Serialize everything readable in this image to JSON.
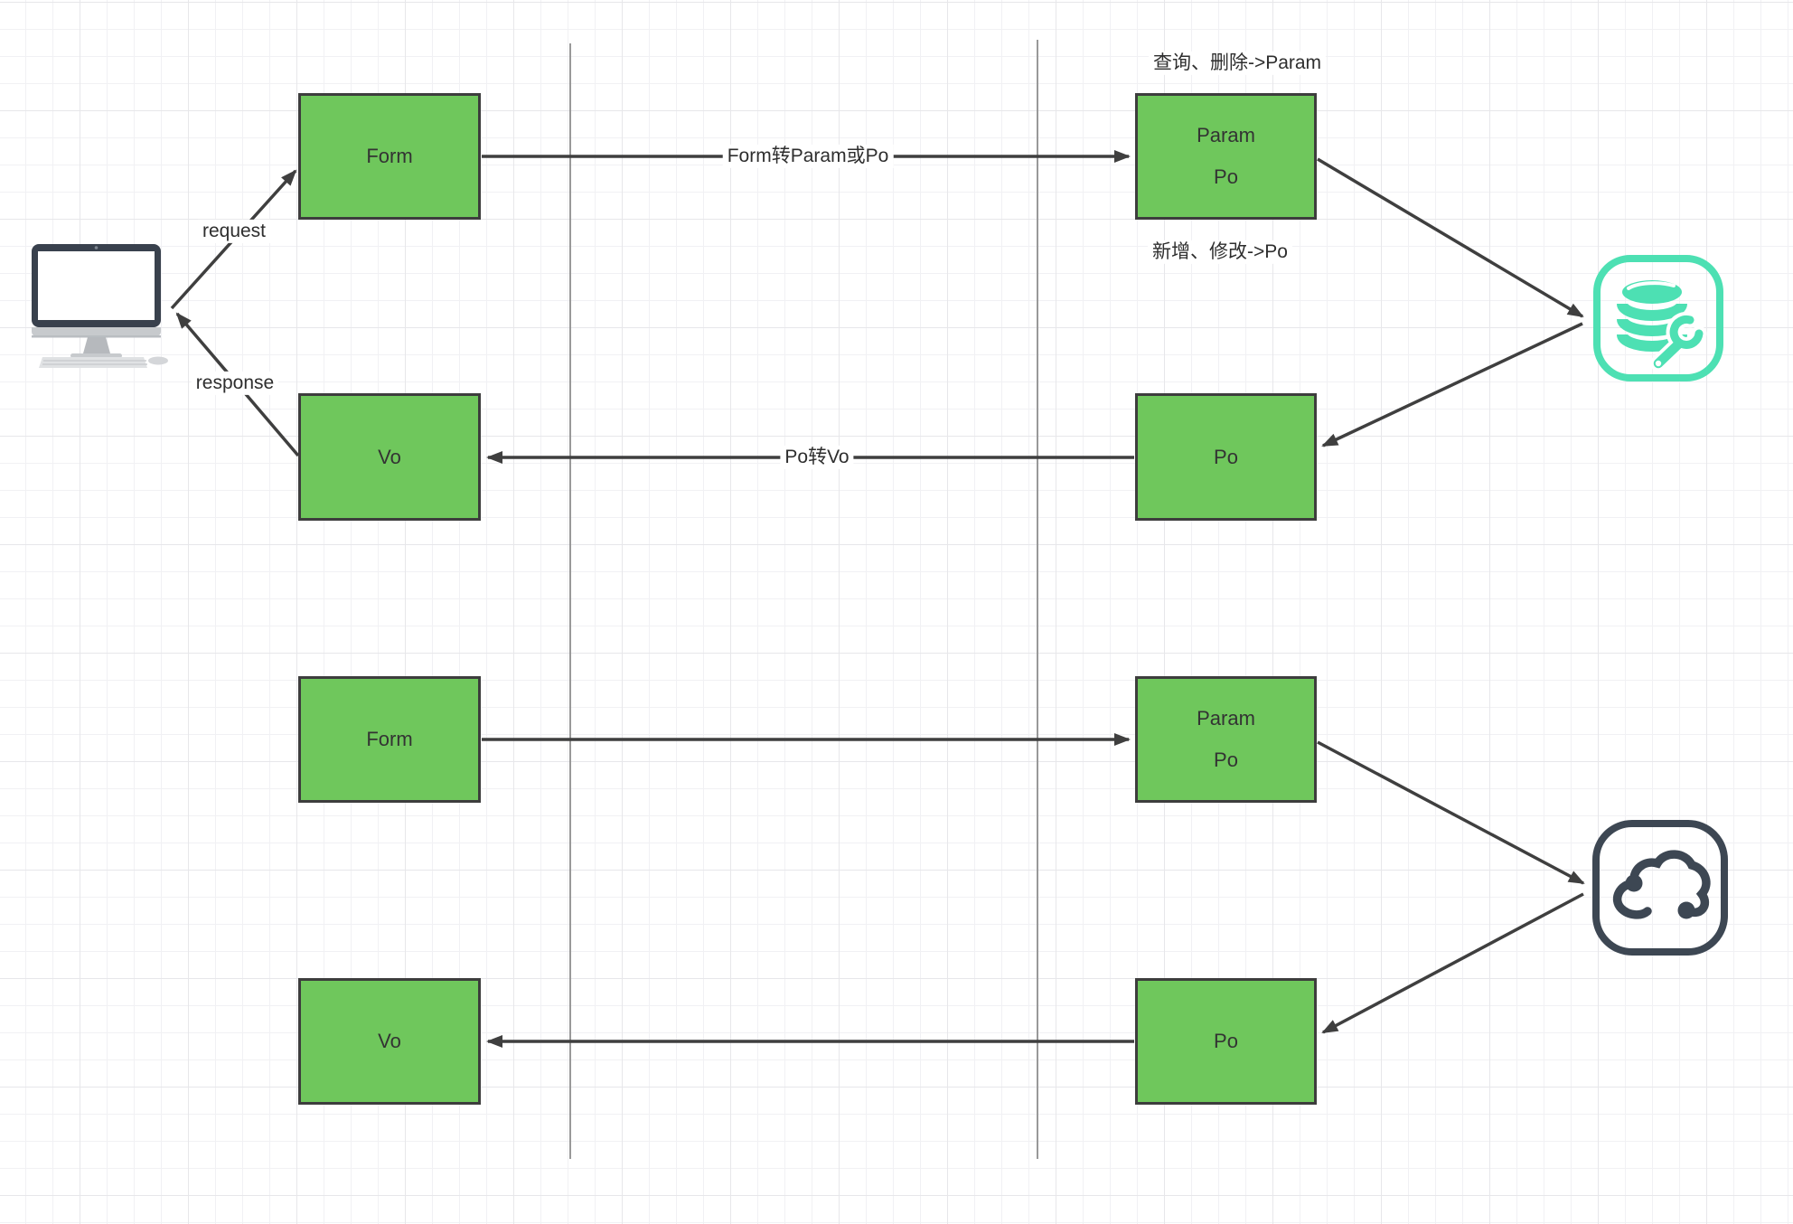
{
  "colors": {
    "box_fill": "#6fc75c",
    "box_border": "#3d3d3d",
    "arrow": "#3f3f3f",
    "divider": "#999999",
    "mint": "#4de0b3",
    "slate": "#3d4753",
    "monitor": "#39414d",
    "grid_minor": "#f1f1f4",
    "grid_major": "#e7e7ea"
  },
  "nodes": {
    "form_top": {
      "label": "Form"
    },
    "param_top": {
      "line1": "Param",
      "line2": "Po"
    },
    "vo_top": {
      "label": "Vo"
    },
    "po_top": {
      "label": "Po"
    },
    "form_bottom": {
      "label": "Form"
    },
    "param_bottom": {
      "line1": "Param",
      "line2": "Po"
    },
    "vo_bottom": {
      "label": "Vo"
    },
    "po_bottom": {
      "label": "Po"
    }
  },
  "edge_labels": {
    "request": "request",
    "response": "response",
    "form_to_param": "Form转Param或Po",
    "po_to_vo": "Po转Vo"
  },
  "annotations": {
    "query_delete": "查询、删除->Param",
    "add_update": "新增、修改->Po"
  },
  "icons": {
    "client": "computer-monitor-icon",
    "database": "database-with-wrench-icon",
    "cloud": "cloud-service-icon"
  }
}
